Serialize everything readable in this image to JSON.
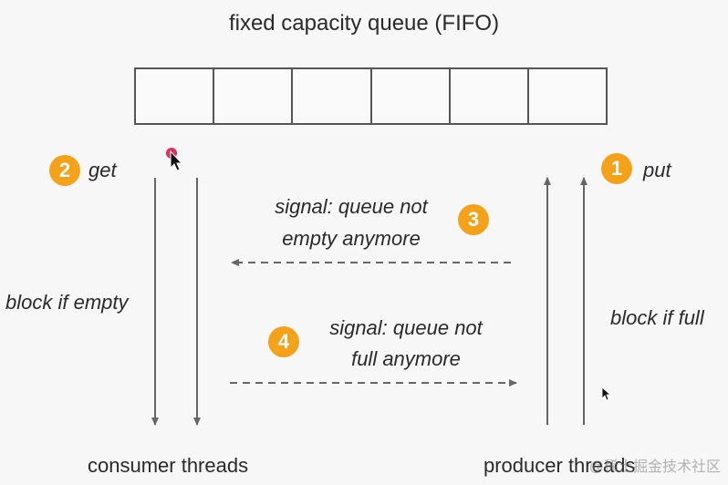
{
  "title": "fixed capacity queue (FIFO)",
  "queue": {
    "slot_count": 6
  },
  "consumer": {
    "step": "2",
    "action": "get",
    "block_label": "block if empty",
    "threads_label": "consumer threads"
  },
  "producer": {
    "step": "1",
    "action": "put",
    "block_label": "block if full",
    "threads_label": "producer threads"
  },
  "signals": [
    {
      "step": "3",
      "line1": "signal: queue not",
      "line2": "empty anymore"
    },
    {
      "step": "4",
      "line1": "signal: queue not",
      "line2": "full anymore"
    }
  ],
  "colors": {
    "badge": "#f5a21b",
    "cursor_dot": "#d81b4a",
    "line": "#666666"
  },
  "watermark": "@稀土掘金技术社区"
}
